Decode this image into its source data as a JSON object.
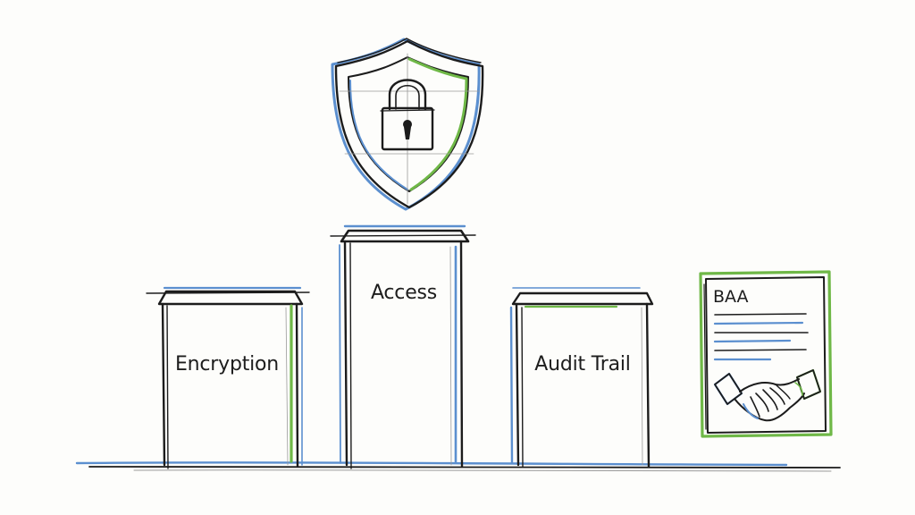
{
  "diagram": {
    "pillars": [
      {
        "label": "Encryption"
      },
      {
        "label": "Access"
      },
      {
        "label": "Audit Trail"
      }
    ],
    "document": {
      "title": "BAA"
    },
    "icons": [
      "shield-lock-icon",
      "handshake-icon"
    ],
    "colors": {
      "ink": "#1c1c1c",
      "accent_blue": "#5b8fcf",
      "accent_green": "#6fb847"
    }
  }
}
